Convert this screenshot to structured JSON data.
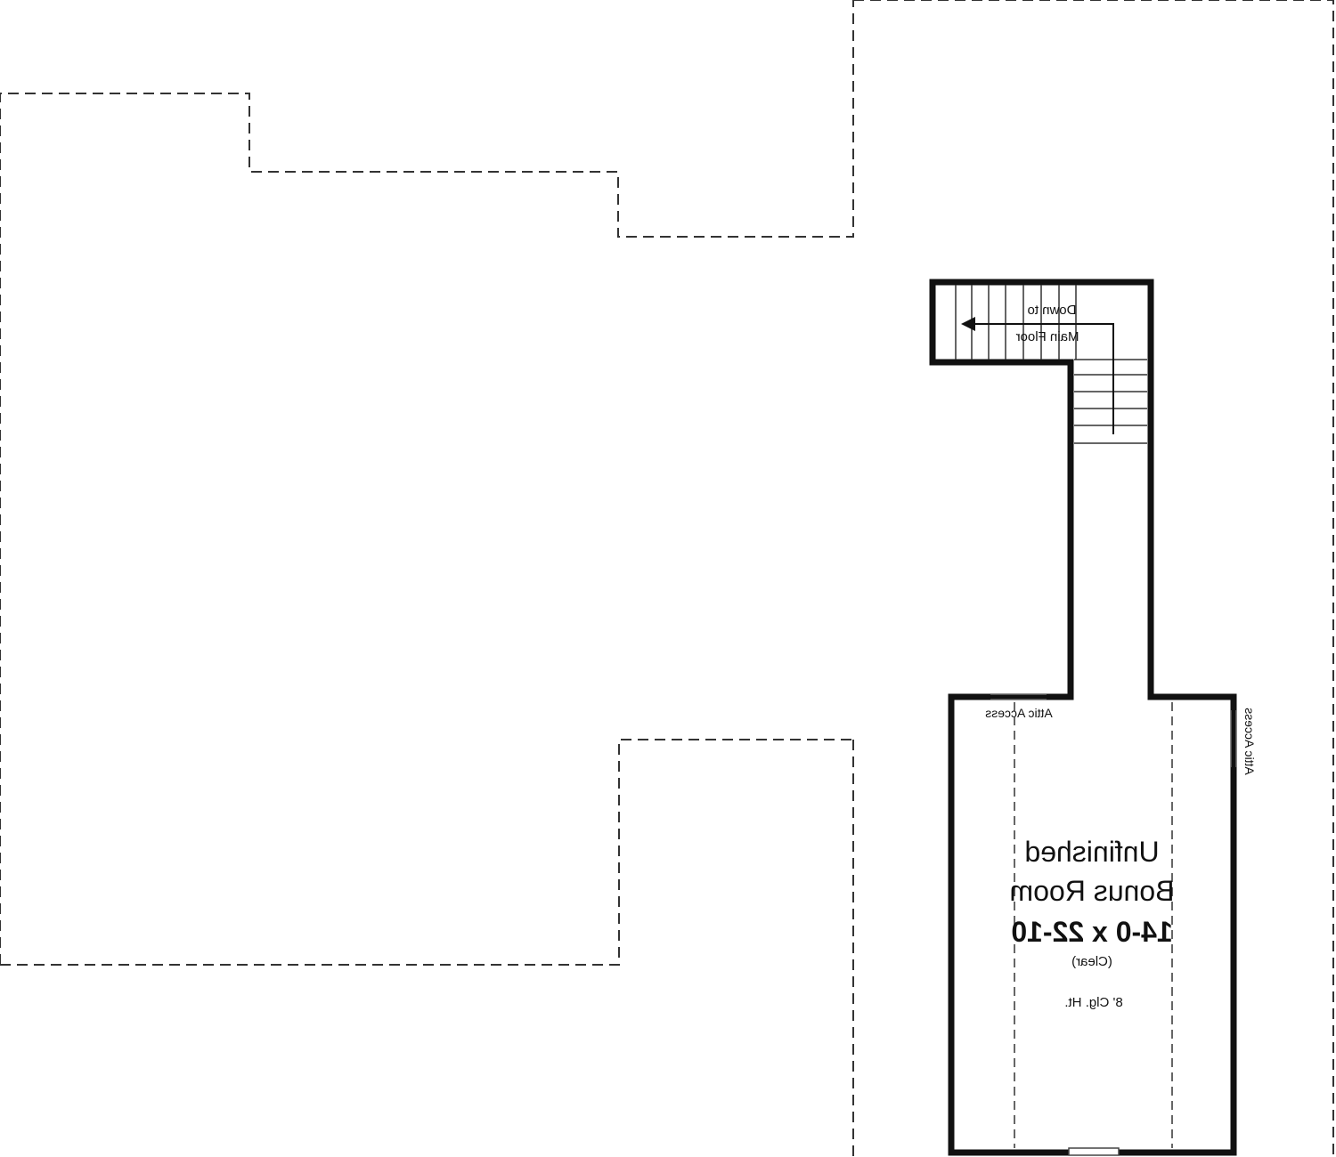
{
  "plan": {
    "stair": {
      "line1": "Down to",
      "line2": "Main Floor"
    },
    "attic_access_top": "Attic Access",
    "attic_access_side": "Attic Access",
    "room": {
      "name_line1": "Unfinished",
      "name_line2": "Bonus Room",
      "size": "14-0 x 22-10",
      "note": "(Clear)",
      "ceiling": "8' Clg. Ht."
    }
  },
  "colors": {
    "wall": "#111111",
    "dashed_outline": "#333333",
    "background": "#ffffff"
  }
}
